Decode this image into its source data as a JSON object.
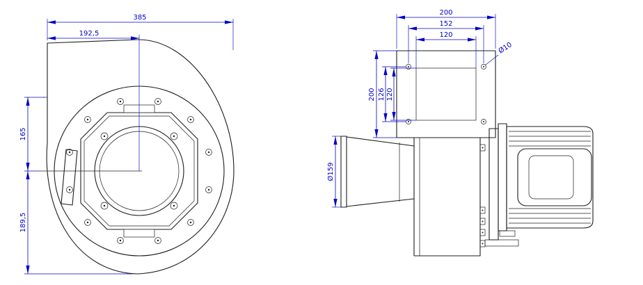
{
  "drawing": {
    "type": "technical-drawing",
    "subject": "centrifugal fan / blower, two orthographic views",
    "colors": {
      "dimension": "#0000c8",
      "outline": "#1c1c1c",
      "background": "#ffffff"
    }
  },
  "front_view": {
    "name": "front view (scroll casing with inlet flange)",
    "dims": {
      "total_width": "385",
      "center_offset": "192,5",
      "upper_height": "165",
      "lower_height": "189,5"
    }
  },
  "side_view": {
    "name": "side view (outlet flange, inlet cone, motor)",
    "dims": {
      "flange_width": "200",
      "bolt_spacing_h": "152",
      "opening_width": "120",
      "flange_height": "200",
      "bolt_spacing_v": "126",
      "opening_height": "120",
      "bolt_hole_dia": "Ø10",
      "inlet_dia": "Ø159"
    }
  }
}
